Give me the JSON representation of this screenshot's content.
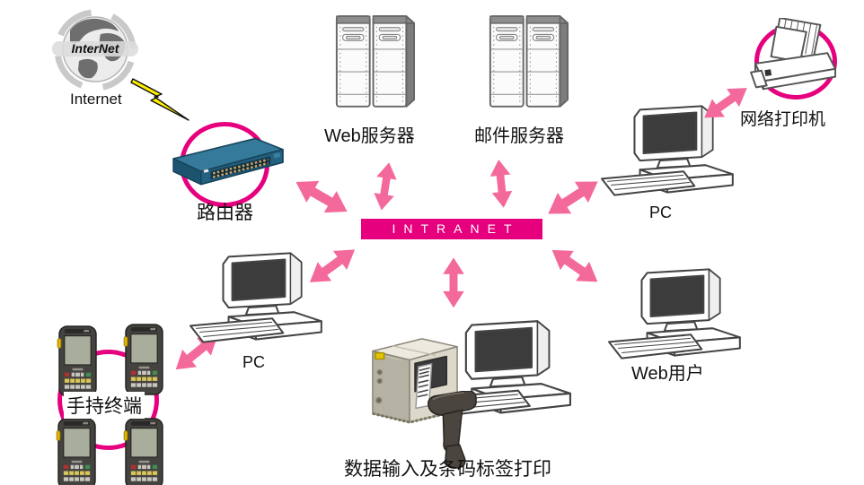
{
  "title": "Intranet network structure diagram",
  "colors": {
    "magenta": "#e6007e",
    "arrow_pink": "#f4699b",
    "router_teal": "#2e7090",
    "bolt_yellow": "#ffef00"
  },
  "center": {
    "label": "INTRANET"
  },
  "nodes": {
    "internet": {
      "label": "Internet",
      "globe_text": "InterNet"
    },
    "router": {
      "label": "路由器"
    },
    "web_server": {
      "label": "Web服务器"
    },
    "mail_server": {
      "label": "邮件服务器"
    },
    "network_printer": {
      "label": "网络打印机"
    },
    "pc_top": {
      "label": "PC"
    },
    "pc_left": {
      "label": "PC"
    },
    "handhelds": {
      "label": "手持终端"
    },
    "barcode_station": {
      "label": "数据输入及条码标签打印"
    },
    "web_user": {
      "label": "Web用户"
    }
  }
}
